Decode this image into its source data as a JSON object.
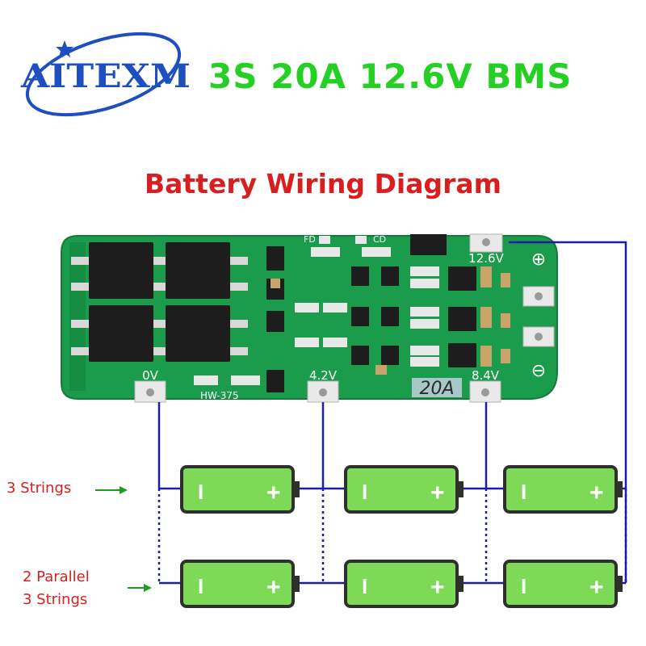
{
  "brand": {
    "name": "AITEXM"
  },
  "product_title": "3S 20A 12.6V BMS",
  "diagram_title": "Battery Wiring Diagram",
  "board": {
    "model": "HW-375",
    "pads": {
      "ground": "0V",
      "tap1": "4.2V",
      "tap2": "8.4V",
      "output": "12.6V"
    },
    "current_rating": "20A",
    "fd_label": "FD",
    "cd_label": "CD",
    "plus_symbol": "⊕",
    "minus_symbol": "⊖"
  },
  "labels": {
    "three_strings": "3 Strings",
    "parallel_line1": "2 Parallel",
    "parallel_line2": "3 Strings"
  },
  "battery": {
    "negative_symbol": "I",
    "positive_symbol": "+"
  },
  "colors": {
    "title_green": "#24d024",
    "label_red": "#d81e1e",
    "wire_blue": "#1c1ca6",
    "pcb_green": "#1a9c4c",
    "battery_green": "#7ed957",
    "arrow_green": "#1e9c1e"
  }
}
